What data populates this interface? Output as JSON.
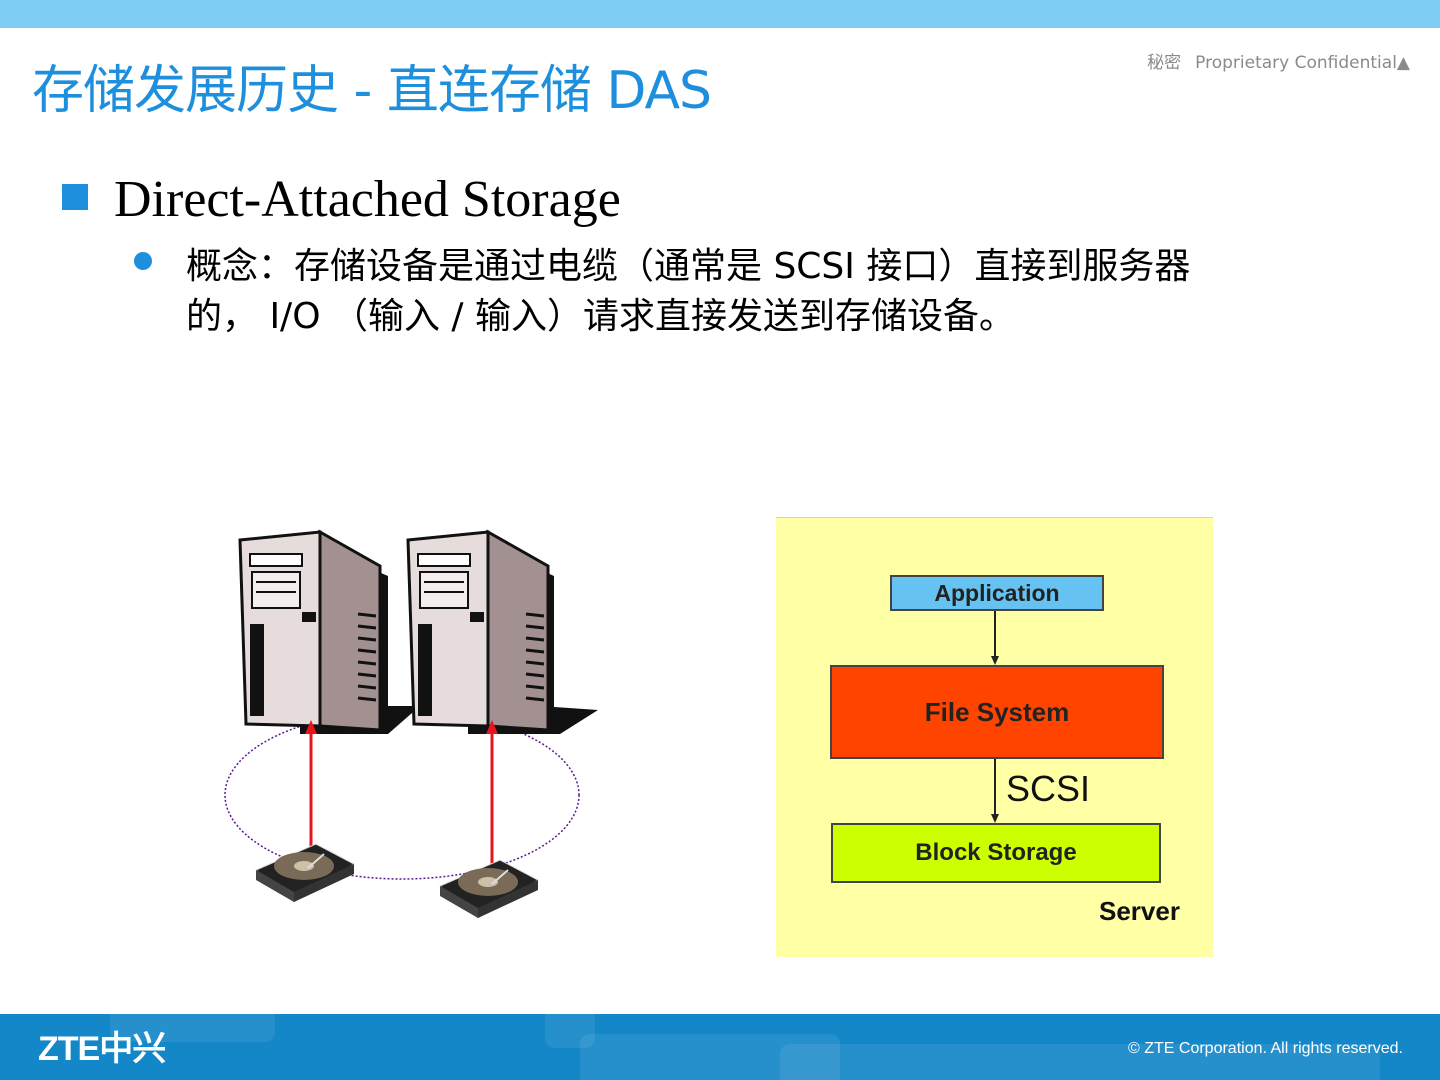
{
  "slide": {
    "title": "存储发展历史 - 直连存储 DAS",
    "confidential_zh": "秘密",
    "confidential_en": "Proprietary Confidential▲"
  },
  "bullets": {
    "level1": "Direct-Attached Storage",
    "level2": "概念：存储设备是通过电缆（通常是 SCSI 接口）直接到服务器的， I/O （输入 / 输入）请求直接发送到存储设备。"
  },
  "diagram": {
    "application": "Application",
    "file_system": "File System",
    "scsi": "SCSI",
    "block_storage": "Block Storage",
    "server": "Server"
  },
  "colors": {
    "accent": "#1e8fdc",
    "top_bar": "#7fcdf4",
    "footer": "#1487c8",
    "diagram_bg": "#ffffa6",
    "application_box": "#66c2f0",
    "file_system_box": "#ff4400",
    "block_storage_box": "#ccff00",
    "link_arrow": "#e8141c",
    "ellipse": "#5a1a8c"
  },
  "illustration": {
    "icons": [
      "server-tower-icon",
      "server-tower-icon",
      "hard-disk-icon",
      "hard-disk-icon"
    ]
  },
  "footer": {
    "logo": "ZTE中兴",
    "copyright": "© ZTE Corporation. All rights reserved."
  }
}
